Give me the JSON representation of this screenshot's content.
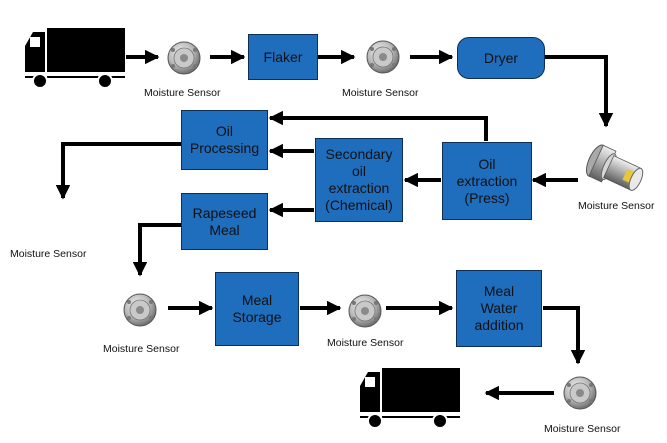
{
  "colors": {
    "box_fill": "#1f6dbd",
    "box_border": "#0d2f55",
    "arrow": "#000000",
    "truck": "#000000"
  },
  "icons": {
    "sensor": "moisture-sensor-icon",
    "truck": "truck-icon"
  },
  "process": {
    "flaker": "Flaker",
    "dryer": "Dryer",
    "oil_extraction_press": "Oil\nextraction\n(Press)",
    "secondary_extraction": "Secondary\noil\nextraction\n(Chemical)",
    "oil_processing": "Oil\nProcessing",
    "rapeseed_meal": "Rapeseed\nMeal",
    "meal_storage": "Meal\nStorage",
    "meal_water_addition": "Meal\nWater\naddition"
  },
  "sensor_labels": {
    "s1": "Moisture Sensor",
    "s2": "Moisture Sensor",
    "s3": "Moisture Sensor",
    "s4": "Moisture Sensor",
    "s5": "Moisture Sensor",
    "s6": "Moisture Sensor",
    "s7": "Moisture Sensor"
  }
}
